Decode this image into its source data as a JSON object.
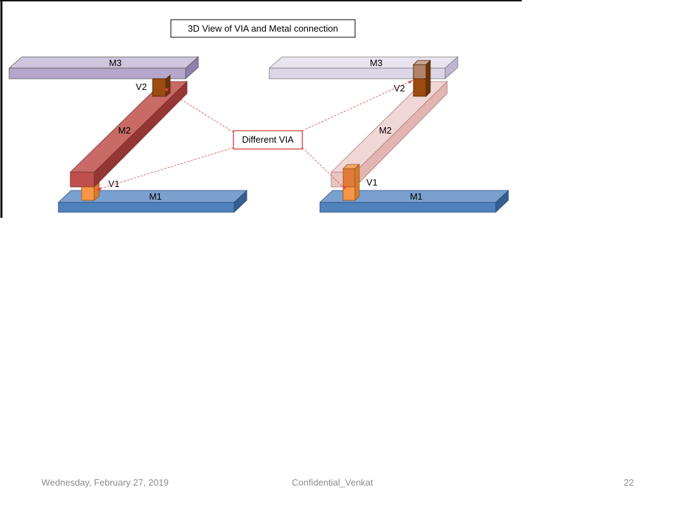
{
  "slide": {
    "title": "3D View of VIA and Metal connection",
    "callout": "Different VIA",
    "left_structure": {
      "m3": "M3",
      "v2": "V2",
      "m2": "M2",
      "v1": "V1",
      "m1": "M1"
    },
    "right_structure": {
      "m3": "M3",
      "v2": "V2",
      "m2": "M2",
      "v1": "V1",
      "m1": "M1"
    }
  },
  "footer": {
    "date": "Wednesday, February 27, 2019",
    "center": "Confidential_Venkat",
    "page_number": "22"
  },
  "colors": {
    "m3_left": "#b4a7cb",
    "m3_right": "#dcd6e6",
    "m2_left": "#c0504d",
    "m2_right": "#e8c4c3",
    "m1": "#4f81bd",
    "v1": "#f79646",
    "v2": "#9c4c0e",
    "callout_line": "#e04040"
  }
}
